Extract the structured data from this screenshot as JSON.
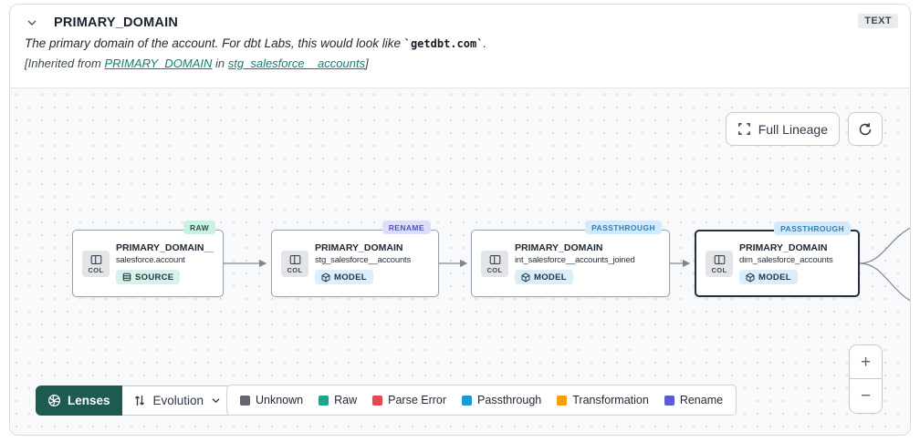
{
  "header": {
    "title": "PRIMARY_DOMAIN",
    "type_badge": "TEXT",
    "description_text": "The primary domain of the account. For dbt Labs, this would look like ",
    "description_code": "`getdbt.com`",
    "description_suffix": ".",
    "inherited_prefix": "[Inherited from ",
    "inherited_link_column": "PRIMARY_DOMAIN",
    "inherited_middle": " in ",
    "inherited_link_model": "stg_salesforce__accounts",
    "inherited_suffix": "]"
  },
  "lineage": {
    "full_lineage_label": "Full Lineage",
    "nodes": [
      {
        "title": "PRIMARY_DOMAIN__C",
        "subtitle": "salesforce.account",
        "icon_label": "COL",
        "resource_type": "SOURCE",
        "badge": "RAW",
        "selected": false
      },
      {
        "title": "PRIMARY_DOMAIN",
        "subtitle": "stg_salesforce__accounts",
        "icon_label": "COL",
        "resource_type": "MODEL",
        "badge": "RENAME",
        "selected": false
      },
      {
        "title": "PRIMARY_DOMAIN",
        "subtitle": "int_salesforce__accounts_joined",
        "icon_label": "COL",
        "resource_type": "MODEL",
        "badge": "PASSTHROUGH",
        "selected": false
      },
      {
        "title": "PRIMARY_DOMAIN",
        "subtitle": "dim_salesforce_accounts",
        "icon_label": "COL",
        "resource_type": "MODEL",
        "badge": "PASSTHROUGH",
        "selected": true
      }
    ]
  },
  "toolbar": {
    "lenses_label": "Lenses",
    "lens_selected": "Evolution"
  },
  "legend": {
    "items": [
      {
        "label": "Unknown",
        "color": "#63666c"
      },
      {
        "label": "Raw",
        "color": "#17a78c"
      },
      {
        "label": "Parse Error",
        "color": "#e14852"
      },
      {
        "label": "Passthrough",
        "color": "#189bd6"
      },
      {
        "label": "Transformation",
        "color": "#f0a10c"
      },
      {
        "label": "Rename",
        "color": "#5a5cd8"
      }
    ]
  },
  "zoom": {
    "in": "+",
    "out": "−"
  },
  "colors": {
    "accent_green": "#1d5b51",
    "link_teal": "#0f8175",
    "edge_gray": "#80868f"
  }
}
